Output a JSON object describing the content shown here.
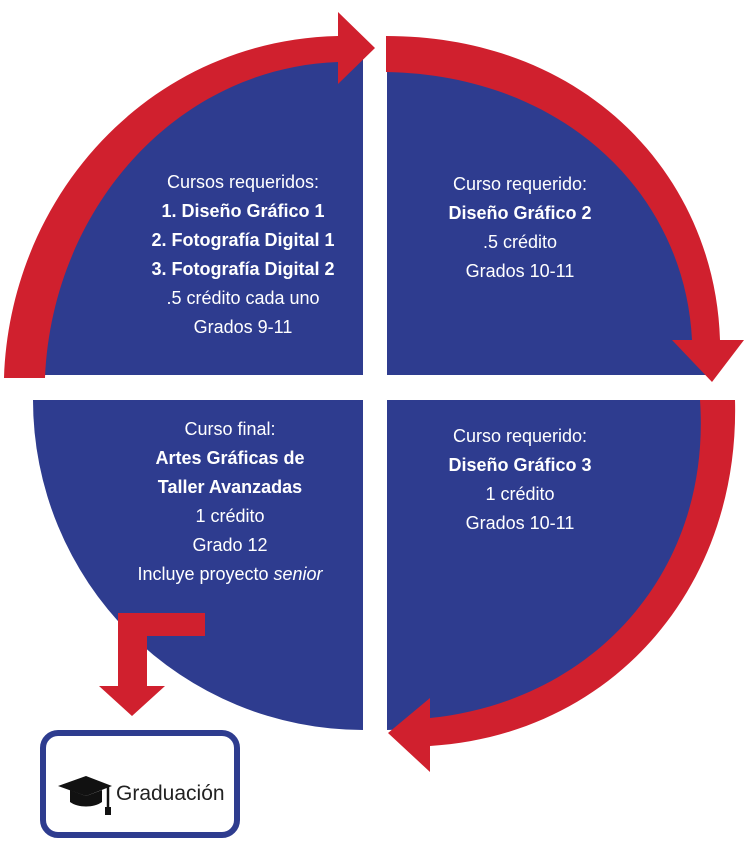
{
  "colors": {
    "quadrant": "#2e3c8f",
    "arrow": "#d0202e",
    "text": "#ffffff",
    "border": "#2e3c8f"
  },
  "quadrants": {
    "top_left": {
      "header": "Cursos requeridos:",
      "courses": [
        "1. Diseño Gráfico 1",
        "2. Fotografía Digital 1",
        "3. Fotografía Digital 2"
      ],
      "credit": ".5 crédito cada uno",
      "grades": "Grados 9-11"
    },
    "top_right": {
      "header": "Curso requerido:",
      "course": "Diseño Gráfico 2",
      "credit": ".5 crédito",
      "grades": "Grados 10-11"
    },
    "bottom_left": {
      "header": "Curso final:",
      "course_line1": "Artes Gráficas de",
      "course_line2": "Taller Avanzadas",
      "credit": "1 crédito",
      "grades": "Grado 12",
      "note_prefix": "Incluye proyecto ",
      "note_italic": "senior"
    },
    "bottom_right": {
      "header": "Curso requerido:",
      "course": "Diseño Gráfico 3",
      "credit": "1 crédito",
      "grades": "Grados 10-11"
    }
  },
  "graduation": {
    "label": "Graduación",
    "icon": "graduation-cap-icon"
  }
}
